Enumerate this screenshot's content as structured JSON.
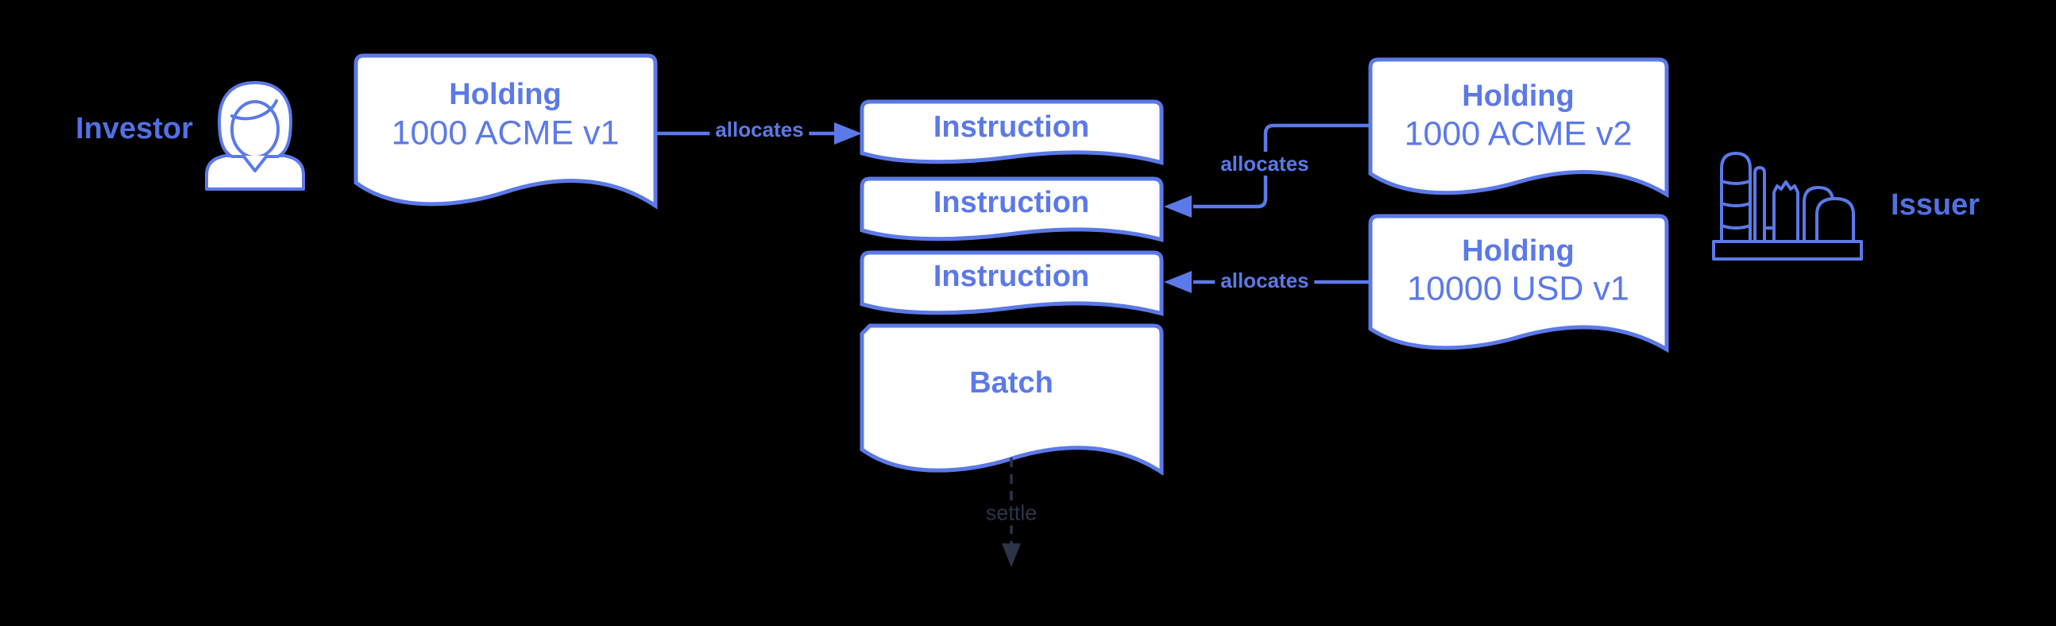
{
  "colors": {
    "background": "#000000",
    "accent": "#5b79e8",
    "persona_text": "#5171e3",
    "settle_text": "#2b3547",
    "shape_fill": "#ffffff"
  },
  "actors": {
    "investor": {
      "label": "Investor",
      "icon": "person-icon"
    },
    "issuer": {
      "label": "Issuer",
      "icon": "factory-icon"
    }
  },
  "nodes": {
    "holding_acme_v1": {
      "title": "Holding",
      "subtitle": "1000 ACME v1"
    },
    "instruction_1": {
      "title": "Instruction"
    },
    "instruction_2": {
      "title": "Instruction"
    },
    "instruction_3": {
      "title": "Instruction"
    },
    "batch": {
      "title": "Batch"
    },
    "holding_acme_v2": {
      "title": "Holding",
      "subtitle": "1000 ACME v2"
    },
    "holding_usd_v1": {
      "title": "Holding",
      "subtitle": "10000 USD v1"
    }
  },
  "edges": {
    "allocates_investor": {
      "label": "allocates"
    },
    "allocates_acme_v2": {
      "label": "allocates"
    },
    "allocates_usd": {
      "label": "allocates"
    },
    "settle": {
      "label": "settle"
    }
  }
}
